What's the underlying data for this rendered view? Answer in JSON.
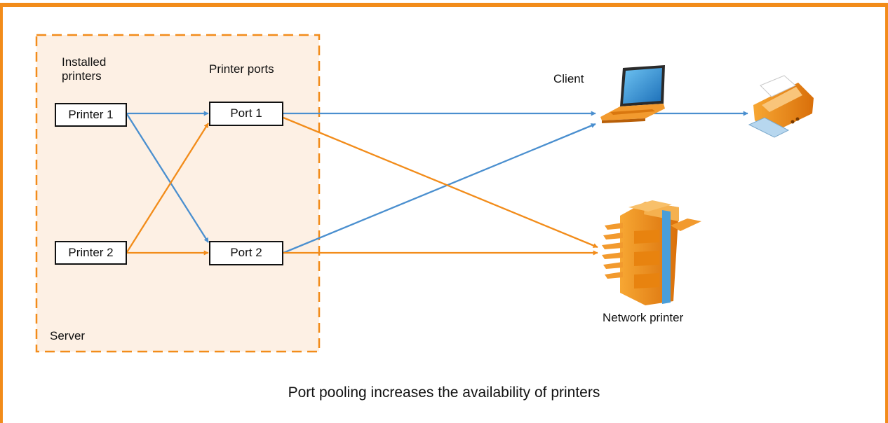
{
  "server": {
    "label": "Server",
    "installed_label": "Installed printers",
    "ports_label": "Printer ports",
    "printers": [
      "Printer 1",
      "Printer 2"
    ],
    "ports": [
      "Port 1",
      "Port 2"
    ]
  },
  "devices": {
    "client_label": "Client",
    "network_printer_label": "Network printer"
  },
  "caption": "Port pooling increases the availability of printers",
  "colors": {
    "frame": "#f28c1a",
    "server_fill": "#fdf0e4",
    "server_border": "#f28c1a",
    "blue_arrow": "#4a8fcf",
    "orange_arrow": "#f28c1a"
  }
}
